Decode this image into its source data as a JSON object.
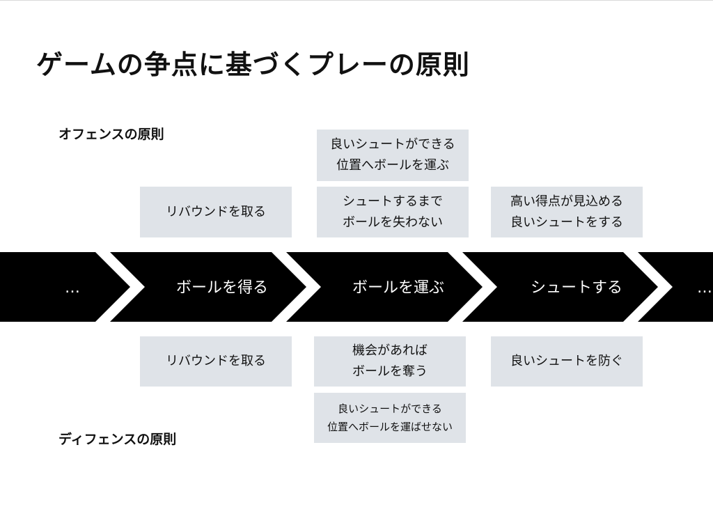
{
  "title": "ゲームの争点に基づくプレーの原則",
  "offense": {
    "label": "オフェンスの原則",
    "top_extra": "良いシュートができる\n位置へボールを運ぶ",
    "items": [
      "リバウンドを取る",
      "シュートするまで\nボールを失わない",
      "高い得点が見込める\n良いシュートをする"
    ]
  },
  "flow": {
    "start": "…",
    "steps": [
      "ボールを得る",
      "ボールを運ぶ",
      "シュートする"
    ],
    "end": "…",
    "colors": {
      "band": "#000000",
      "text": "#ffffff",
      "box": "#dfe3e8"
    }
  },
  "defense": {
    "label": "ディフェンスの原則",
    "items": [
      "リバウンドを取る",
      "機会があれば\nボールを奪う",
      "良いシュートを防ぐ"
    ],
    "bottom_extra": "良いシュートができる\n位置へボールを運ばせない"
  }
}
